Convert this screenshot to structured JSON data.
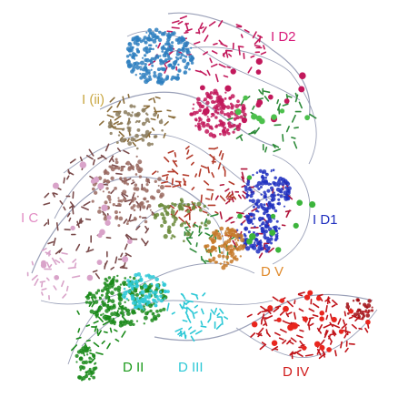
{
  "labels": {
    "id2": {
      "text": "I D2",
      "color": "#d81b7a"
    },
    "iii": {
      "text": "I (ii)",
      "color": "#c9a742"
    },
    "ic": {
      "text": "I C",
      "color": "#e28cc4"
    },
    "id1": {
      "text": "I D1",
      "color": "#1f2fbf"
    },
    "dv": {
      "text": "D V",
      "color": "#e08a2c"
    },
    "dii": {
      "text": "D II",
      "color": "#1a9a1a"
    },
    "diii": {
      "text": "D III",
      "color": "#2cc8d6"
    },
    "div": {
      "text": "D IV",
      "color": "#d01a1a"
    }
  },
  "domain_colors": {
    "id2": "#c2185b",
    "id2_blue": "#2e7fbf",
    "iii": "#8a6d3b",
    "ic": "#d9a3c9",
    "ic_brown": "#7a4a4a",
    "id1": "#1f2fbf",
    "dv": "#c77a2a",
    "dii": "#1a8a1a",
    "diii": "#2cc8d6",
    "div": "#c0141a",
    "backbone": "#9aa0b8"
  }
}
